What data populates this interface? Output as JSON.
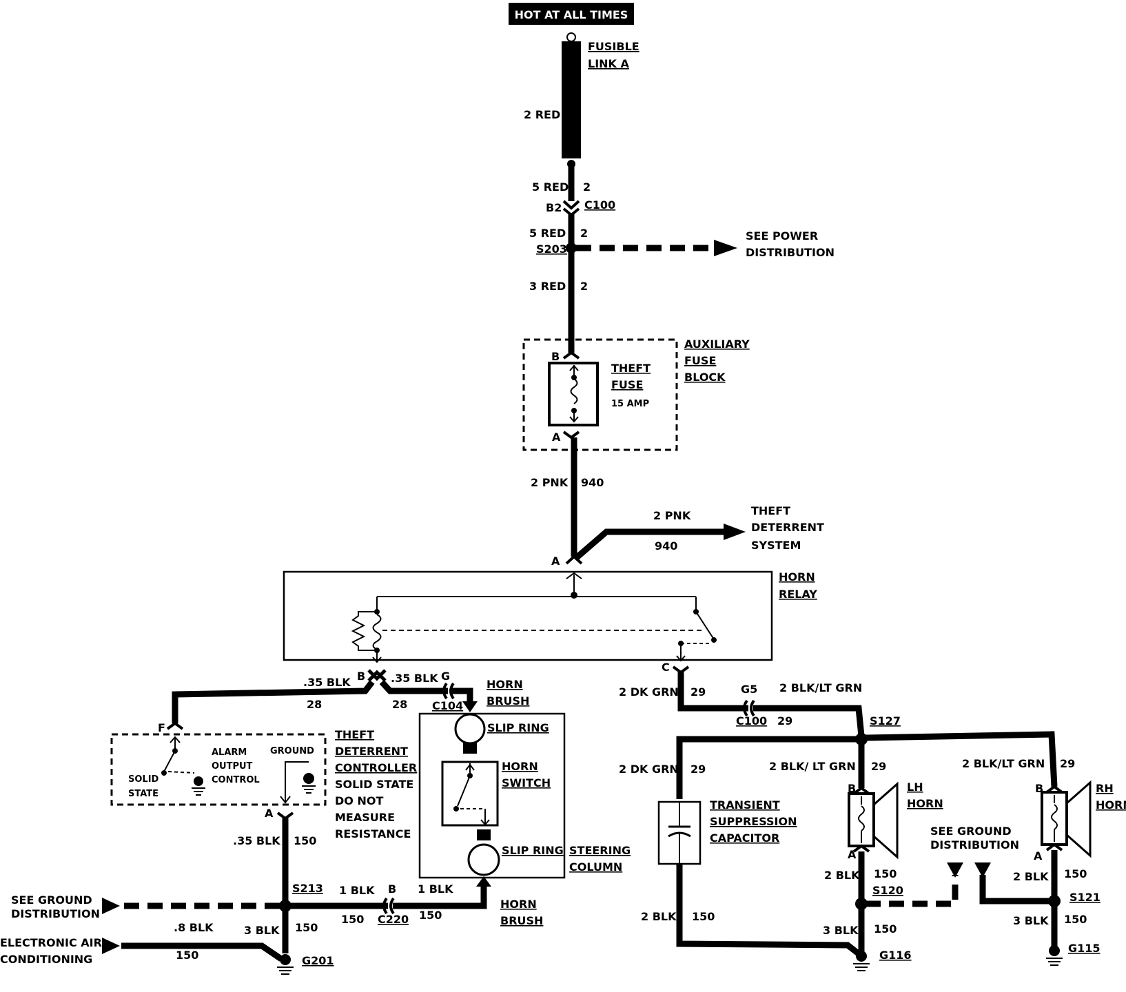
{
  "colors": {
    "ink": "#000000",
    "paper": "#ffffff"
  },
  "header": {
    "hot": "HOT AT ALL TIMES"
  },
  "fusible": {
    "l1": "FUSIBLE",
    "l2": "LINK A",
    "wire": "2 RED"
  },
  "c100_top": {
    "wire": "5 RED",
    "circuit": "2",
    "pin": "B2",
    "conn": "C100"
  },
  "s203": {
    "wire": "5 RED",
    "circuit": "2",
    "splice": "S203",
    "see1": "SEE POWER",
    "see2": "DISTRIBUTION"
  },
  "fuse_feed": {
    "wire": "3 RED",
    "circuit": "2"
  },
  "fuse_block": {
    "b": "B",
    "a": "A",
    "t1": "THEFT",
    "t2": "FUSE",
    "amp": "15 AMP",
    "n1": "AUXILIARY",
    "n2": "FUSE",
    "n3": "BLOCK"
  },
  "pnk": {
    "wire": "2 PNK",
    "circuit": "940",
    "wire2": "2 PNK",
    "circuit2": "940",
    "td1": "THEFT",
    "td2": "DETERRENT",
    "td3": "SYSTEM",
    "a": "A"
  },
  "relay": {
    "n1": "HORN",
    "n2": "RELAY",
    "b": "B",
    "c": "C"
  },
  "blk28": {
    "w1": ".35 BLK",
    "c1": "28",
    "w2": ".35 BLK",
    "c2": "28",
    "g": "G",
    "c104": "C104"
  },
  "controller": {
    "f": "F",
    "a": "A",
    "alarm1": "ALARM",
    "alarm2": "OUTPUT",
    "alarm3": "CONTROL",
    "ground": "GROUND",
    "solid1": "SOLID",
    "solid2": "STATE",
    "n1": "THEFT",
    "n2": "DETERRENT",
    "n3": "CONTROLLER",
    "n4": "SOLID STATE",
    "n5": "DO NOT",
    "n6": "MEASURE",
    "n7": "RESISTANCE"
  },
  "column": {
    "brush1": "HORN",
    "brush2": "BRUSH",
    "slip1": "SLIP RING",
    "sw1": "HORN",
    "sw2": "SWITCH",
    "slip2": "SLIP RING",
    "sc1": "STEERING",
    "sc2": "COLUMN",
    "brushb1": "HORN",
    "brushb2": "BRUSH"
  },
  "ground_left": {
    "w1": ".35 BLK",
    "c1": "150",
    "s213": "S213",
    "see1": "SEE GROUND",
    "see2": "DISTRIBUTION",
    "w2": "1 BLK",
    "c2": "150",
    "b": "B",
    "c220": "C220",
    "w3": "1 BLK",
    "c3": "150",
    "eac1": "ELECTRONIC AIR",
    "eac2": "CONDITIONING",
    "w4": ".8 BLK",
    "c4": "150",
    "w5": "3 BLK",
    "c5": "150",
    "g201": "G201"
  },
  "right": {
    "w1": "2 DK GRN",
    "c1": "29",
    "g5": "G5",
    "w2": "2 BLK/LT GRN",
    "c100": "C100",
    "c2": "29",
    "s127": "S127",
    "w3": "2 DK GRN",
    "c3": "29",
    "w4": "2 BLK/ LT GRN",
    "c4": "29",
    "w5": "2 BLK/LT GRN",
    "c5": "29",
    "cap1": "TRANSIENT",
    "cap2": "SUPPRESSION",
    "cap3": "CAPACITOR",
    "lh1": "LH",
    "lh2": "HORN",
    "rh1": "RH",
    "rh2": "HORN",
    "b1": "B",
    "b2": "B",
    "a1": "A",
    "a2": "A",
    "see1": "SEE GROUND",
    "see2": "DISTRIBUTION",
    "w6": "2 BLK",
    "c6": "150",
    "s120": "S120",
    "w7": "2 BLK",
    "c7": "150",
    "s121": "S121",
    "w8": "2 BLK",
    "c8": "150",
    "w9": "3 BLK",
    "c9": "150",
    "g116": "G116",
    "w10": "3 BLK",
    "c10": "150",
    "g115": "G115"
  }
}
